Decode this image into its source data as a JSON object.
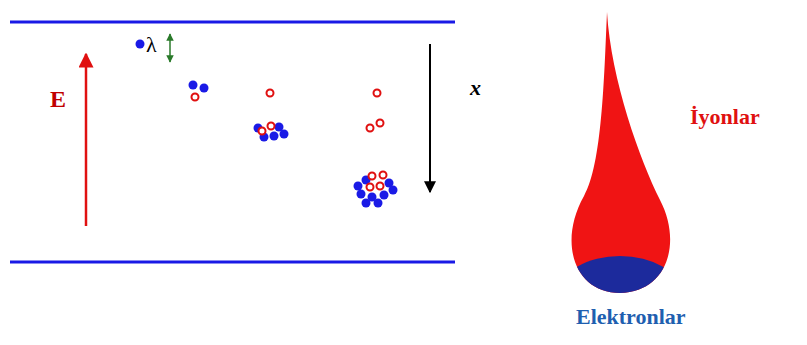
{
  "diagram": {
    "labels": [
      "E",
      "λ",
      "x",
      "İyonlar",
      "Elektronlar"
    ]
  }
}
